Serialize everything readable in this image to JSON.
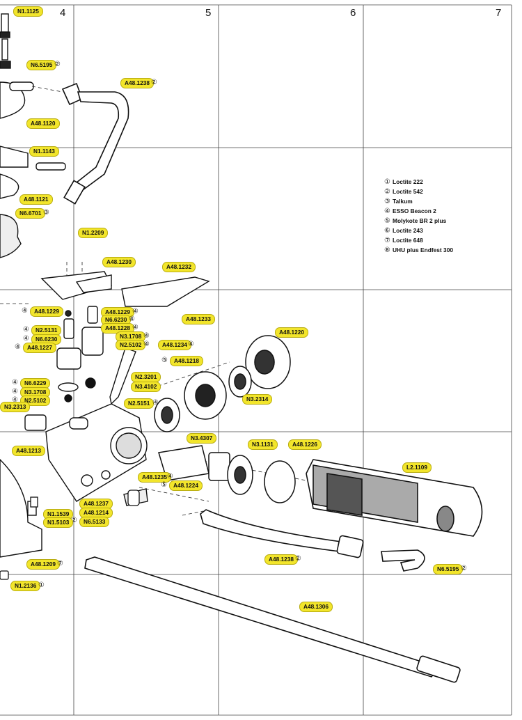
{
  "grid": {
    "columns": [
      "4",
      "5",
      "6",
      "7"
    ]
  },
  "legend": [
    {
      "mark": "①",
      "text": "Loctite 222"
    },
    {
      "mark": "②",
      "text": "Loctite 542"
    },
    {
      "mark": "③",
      "text": "Talkum"
    },
    {
      "mark": "④",
      "text": "ESSO Beacon 2"
    },
    {
      "mark": "⑤",
      "text": "Molykote BR 2 plus"
    },
    {
      "mark": "⑥",
      "text": "Loctite 243"
    },
    {
      "mark": "⑦",
      "text": "Loctite 648"
    },
    {
      "mark": "⑧",
      "text": "UHU plus Endfest 300"
    }
  ],
  "parts": [
    {
      "id": "N1.1125",
      "note": ""
    },
    {
      "id": "N6.5195",
      "note": "②"
    },
    {
      "id": "A48.1238",
      "note": "②"
    },
    {
      "id": "A48.1120",
      "note": ""
    },
    {
      "id": "N1.1143",
      "note": ""
    },
    {
      "id": "A48.1121",
      "note": ""
    },
    {
      "id": "N6.6701",
      "note": "③"
    },
    {
      "id": "N1.2209",
      "note": ""
    },
    {
      "id": "A48.1230",
      "note": ""
    },
    {
      "id": "A48.1232",
      "note": ""
    },
    {
      "id": "A48.1229",
      "note": "④"
    },
    {
      "id": "A48.1229",
      "note": "④"
    },
    {
      "id": "A48.1233",
      "note": ""
    },
    {
      "id": "N6.6230",
      "note": "④"
    },
    {
      "id": "A48.1228",
      "note": "④"
    },
    {
      "id": "N2.5131",
      "note": "④"
    },
    {
      "id": "N3.1708",
      "note": "④"
    },
    {
      "id": "N6.6230",
      "note": "④"
    },
    {
      "id": "N2.5102",
      "note": "④"
    },
    {
      "id": "A48.1227",
      "note": "④"
    },
    {
      "id": "A48.1234",
      "note": "④"
    },
    {
      "id": "A48.1220",
      "note": ""
    },
    {
      "id": "A48.1218",
      "note": "⑤"
    },
    {
      "id": "N2.3201",
      "note": ""
    },
    {
      "id": "N3.4102",
      "note": ""
    },
    {
      "id": "N6.6229",
      "note": "④"
    },
    {
      "id": "N3.1708",
      "note": "④"
    },
    {
      "id": "N2.5102",
      "note": "④"
    },
    {
      "id": "N2.5151",
      "note": "④"
    },
    {
      "id": "N3.2314",
      "note": ""
    },
    {
      "id": "N3.2313",
      "note": ""
    },
    {
      "id": "N3.4307",
      "note": ""
    },
    {
      "id": "N3.1131",
      "note": ""
    },
    {
      "id": "A48.1226",
      "note": ""
    },
    {
      "id": "A48.1213",
      "note": ""
    },
    {
      "id": "L2.1109",
      "note": ""
    },
    {
      "id": "A48.1235",
      "note": "④"
    },
    {
      "id": "A48.1224",
      "note": "⑤"
    },
    {
      "id": "A48.1237",
      "note": ""
    },
    {
      "id": "N1.1539",
      "note": ""
    },
    {
      "id": "A48.1214",
      "note": "②"
    },
    {
      "id": "N1.5103",
      "note": ""
    },
    {
      "id": "N6.5133",
      "note": ""
    },
    {
      "id": "A48.1238",
      "note": "②"
    },
    {
      "id": "N6.5195",
      "note": "②"
    },
    {
      "id": "A48.1209",
      "note": "⑦"
    },
    {
      "id": "N1.2136",
      "note": "①"
    },
    {
      "id": "A48.1306",
      "note": ""
    }
  ]
}
